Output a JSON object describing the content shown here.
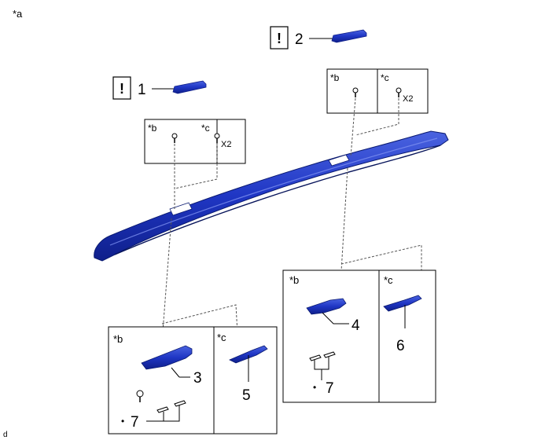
{
  "corner_label": "*a",
  "footer_label": "d",
  "colors": {
    "part": "#1f36c4",
    "part_dark": "#0f1f8a",
    "part_light": "#4a63e0",
    "line": "#000000",
    "leader": "#555555"
  },
  "callouts": [
    {
      "id": "1",
      "label": "1",
      "mark": "!"
    },
    {
      "id": "2",
      "label": "2",
      "mark": "!"
    },
    {
      "id": "3",
      "label": "3"
    },
    {
      "id": "4",
      "label": "4"
    },
    {
      "id": "5",
      "label": "5"
    },
    {
      "id": "6",
      "label": "6"
    },
    {
      "id": "7a",
      "label": "7",
      "bullet": "•"
    },
    {
      "id": "7b",
      "label": "7",
      "bullet": "•"
    }
  ],
  "boxes": {
    "top_left": {
      "b": "*b",
      "c": "*c",
      "qty": "X2"
    },
    "top_right": {
      "b": "*b",
      "c": "*c",
      "qty": "X2"
    },
    "bottom_left": {
      "b": "*b",
      "c": "*c"
    },
    "bottom_right": {
      "b": "*b",
      "c": "*c"
    }
  }
}
